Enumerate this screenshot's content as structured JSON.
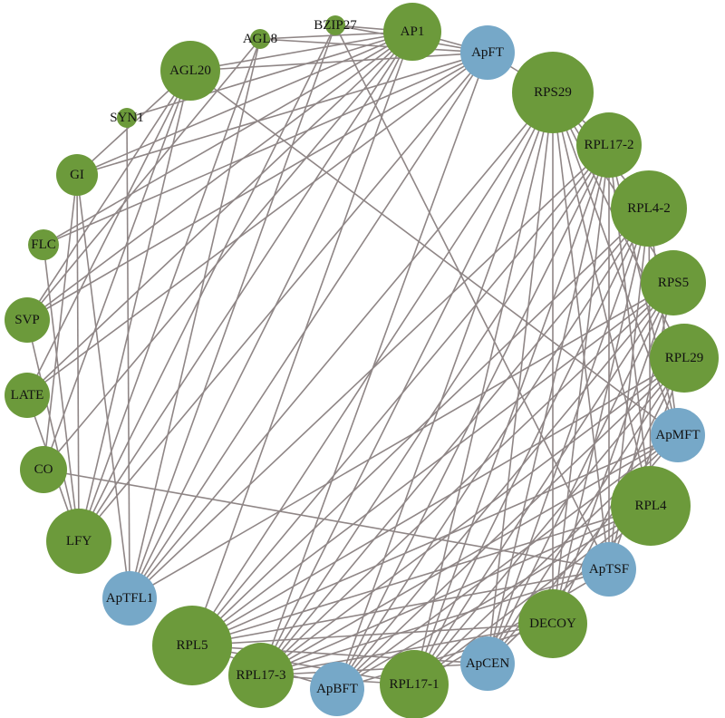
{
  "colors": {
    "green": "#6c9a3b",
    "blue": "#76a8c8",
    "edge": "#8f8686",
    "background": "#ffffff"
  },
  "nodes": [
    {
      "id": "AP1",
      "label": "AP1",
      "group": "green",
      "size": "large"
    },
    {
      "id": "ApFT",
      "label": "ApFT",
      "group": "blue",
      "size": "medium"
    },
    {
      "id": "RPS29",
      "label": "RPS29",
      "group": "green",
      "size": "xlarge"
    },
    {
      "id": "RPL17-2",
      "label": "RPL17-2",
      "group": "green",
      "size": "large"
    },
    {
      "id": "RPL4-2",
      "label": "RPL4-2",
      "group": "green",
      "size": "xlarge"
    },
    {
      "id": "RPS5",
      "label": "RPS5",
      "group": "green",
      "size": "large"
    },
    {
      "id": "RPL29",
      "label": "RPL29",
      "group": "green",
      "size": "large"
    },
    {
      "id": "ApMFT",
      "label": "ApMFT",
      "group": "blue",
      "size": "medium"
    },
    {
      "id": "RPL4",
      "label": "RPL4",
      "group": "green",
      "size": "xlarge"
    },
    {
      "id": "ApTSF",
      "label": "ApTSF",
      "group": "blue",
      "size": "medium"
    },
    {
      "id": "DECOY",
      "label": "DECOY",
      "group": "green",
      "size": "large"
    },
    {
      "id": "ApCEN",
      "label": "ApCEN",
      "group": "blue",
      "size": "medium"
    },
    {
      "id": "RPL17-1",
      "label": "RPL17-1",
      "group": "green",
      "size": "large"
    },
    {
      "id": "ApBFT",
      "label": "ApBFT",
      "group": "blue",
      "size": "medium"
    },
    {
      "id": "RPL17-3",
      "label": "RPL17-3",
      "group": "green",
      "size": "large"
    },
    {
      "id": "RPL5",
      "label": "RPL5",
      "group": "green",
      "size": "xlarge"
    },
    {
      "id": "ApTFL1",
      "label": "ApTFL1",
      "group": "blue",
      "size": "medium"
    },
    {
      "id": "LFY",
      "label": "LFY",
      "group": "green",
      "size": "large"
    },
    {
      "id": "CO",
      "label": "CO",
      "group": "green",
      "size": "small"
    },
    {
      "id": "LATE",
      "label": "LATE",
      "group": "green",
      "size": "small"
    },
    {
      "id": "SVP",
      "label": "SVP",
      "group": "green",
      "size": "small"
    },
    {
      "id": "FLC",
      "label": "FLC",
      "group": "green",
      "size": "xsmall"
    },
    {
      "id": "GI",
      "label": "GI",
      "group": "green",
      "size": "small"
    },
    {
      "id": "SYN1",
      "label": "SYN1",
      "group": "green",
      "size": "tiny"
    },
    {
      "id": "AGL20",
      "label": "AGL20",
      "group": "green",
      "size": "large"
    },
    {
      "id": "AGL8",
      "label": "AGL8",
      "group": "green",
      "size": "tiny"
    },
    {
      "id": "BZIP27",
      "label": "BZIP27",
      "group": "green",
      "size": "tiny"
    }
  ],
  "edges": [
    [
      "AP1",
      "ApFT"
    ],
    [
      "AP1",
      "AGL20"
    ],
    [
      "AP1",
      "AGL8"
    ],
    [
      "AP1",
      "BZIP27"
    ],
    [
      "AP1",
      "SYN1"
    ],
    [
      "AP1",
      "GI"
    ],
    [
      "AP1",
      "SVP"
    ],
    [
      "AP1",
      "LATE"
    ],
    [
      "AP1",
      "LFY"
    ],
    [
      "AP1",
      "ApTFL1"
    ],
    [
      "AP1",
      "RPL5"
    ],
    [
      "AP1",
      "FLC"
    ],
    [
      "AP1",
      "CO"
    ],
    [
      "ApFT",
      "AGL20"
    ],
    [
      "ApFT",
      "AGL8"
    ],
    [
      "ApFT",
      "BZIP27"
    ],
    [
      "ApFT",
      "GI"
    ],
    [
      "ApFT",
      "SVP"
    ],
    [
      "ApFT",
      "LATE"
    ],
    [
      "ApFT",
      "LFY"
    ],
    [
      "ApFT",
      "ApTFL1"
    ],
    [
      "ApFT",
      "RPS29"
    ],
    [
      "ApFT",
      "RPL17-3"
    ],
    [
      "ApFT",
      "FLC"
    ],
    [
      "BZIP27",
      "ApTSF"
    ],
    [
      "BZIP27",
      "LFY"
    ],
    [
      "BZIP27",
      "ApTFL1"
    ],
    [
      "AGL20",
      "ApMFT"
    ],
    [
      "AGL20",
      "SVP"
    ],
    [
      "AGL20",
      "LATE"
    ],
    [
      "AGL20",
      "LFY"
    ],
    [
      "AGL20",
      "GI"
    ],
    [
      "AGL20",
      "CO"
    ],
    [
      "AGL8",
      "LFY"
    ],
    [
      "AGL8",
      "SVP"
    ],
    [
      "AGL8",
      "ApTFL1"
    ],
    [
      "SYN1",
      "ApTFL1"
    ],
    [
      "GI",
      "ApTFL1"
    ],
    [
      "GI",
      "LFY"
    ],
    [
      "GI",
      "CO"
    ],
    [
      "FLC",
      "LFY"
    ],
    [
      "SVP",
      "LFY"
    ],
    [
      "LATE",
      "LFY"
    ],
    [
      "CO",
      "ApTSF"
    ],
    [
      "RPS29",
      "RPL4"
    ],
    [
      "RPS29",
      "ApTSF"
    ],
    [
      "RPS29",
      "DECOY"
    ],
    [
      "RPS29",
      "ApCEN"
    ],
    [
      "RPS29",
      "RPL17-1"
    ],
    [
      "RPS29",
      "ApBFT"
    ],
    [
      "RPS29",
      "RPL17-3"
    ],
    [
      "RPS29",
      "RPL5"
    ],
    [
      "RPS29",
      "ApTFL1"
    ],
    [
      "RPS29",
      "ApMFT"
    ],
    [
      "RPS29",
      "RPS5"
    ],
    [
      "RPS29",
      "RPL4-2"
    ],
    [
      "RPS29",
      "RPL17-2"
    ],
    [
      "RPS29",
      "RPL29"
    ],
    [
      "RPL17-2",
      "RPL4"
    ],
    [
      "RPL17-2",
      "ApTSF"
    ],
    [
      "RPL17-2",
      "DECOY"
    ],
    [
      "RPL17-2",
      "ApCEN"
    ],
    [
      "RPL17-2",
      "RPL17-1"
    ],
    [
      "RPL17-2",
      "ApBFT"
    ],
    [
      "RPL17-2",
      "RPL17-3"
    ],
    [
      "RPL17-2",
      "RPL5"
    ],
    [
      "RPL17-2",
      "ApTFL1"
    ],
    [
      "RPL17-2",
      "ApMFT"
    ],
    [
      "RPL4-2",
      "RPL4"
    ],
    [
      "RPL4-2",
      "ApTSF"
    ],
    [
      "RPL4-2",
      "DECOY"
    ],
    [
      "RPL4-2",
      "ApCEN"
    ],
    [
      "RPL4-2",
      "RPL17-1"
    ],
    [
      "RPL4-2",
      "ApBFT"
    ],
    [
      "RPL4-2",
      "RPL17-3"
    ],
    [
      "RPL4-2",
      "RPL5"
    ],
    [
      "RPL4-2",
      "ApMFT"
    ],
    [
      "RPS5",
      "ApTSF"
    ],
    [
      "RPS5",
      "DECOY"
    ],
    [
      "RPS5",
      "ApCEN"
    ],
    [
      "RPS5",
      "RPL17-1"
    ],
    [
      "RPS5",
      "ApBFT"
    ],
    [
      "RPS5",
      "RPL17-3"
    ],
    [
      "RPS5",
      "RPL5"
    ],
    [
      "RPS5",
      "ApTFL1"
    ],
    [
      "RPL29",
      "ApTSF"
    ],
    [
      "RPL29",
      "DECOY"
    ],
    [
      "RPL29",
      "ApCEN"
    ],
    [
      "RPL29",
      "RPL17-1"
    ],
    [
      "RPL29",
      "ApBFT"
    ],
    [
      "RPL29",
      "RPL17-3"
    ],
    [
      "RPL29",
      "RPL5"
    ],
    [
      "ApMFT",
      "RPL17-1"
    ],
    [
      "ApMFT",
      "ApBFT"
    ],
    [
      "ApMFT",
      "RPL17-3"
    ],
    [
      "ApMFT",
      "RPL5"
    ],
    [
      "ApMFT",
      "ApCEN"
    ],
    [
      "RPL4",
      "RPL17-1"
    ],
    [
      "RPL4",
      "ApBFT"
    ],
    [
      "RPL4",
      "RPL17-3"
    ],
    [
      "RPL4",
      "RPL5"
    ],
    [
      "RPL4",
      "ApCEN"
    ],
    [
      "ApTSF",
      "RPL17-1"
    ],
    [
      "ApTSF",
      "RPL17-3"
    ],
    [
      "ApTSF",
      "RPL5"
    ],
    [
      "DECOY",
      "RPL17-3"
    ],
    [
      "DECOY",
      "RPL5"
    ],
    [
      "DECOY",
      "ApBFT"
    ],
    [
      "ApCEN",
      "RPL17-3"
    ],
    [
      "ApCEN",
      "RPL5"
    ],
    [
      "RPL17-1",
      "RPL5"
    ],
    [
      "RPL17-1",
      "RPL17-3"
    ],
    [
      "RPL5",
      "ApBFT"
    ]
  ]
}
